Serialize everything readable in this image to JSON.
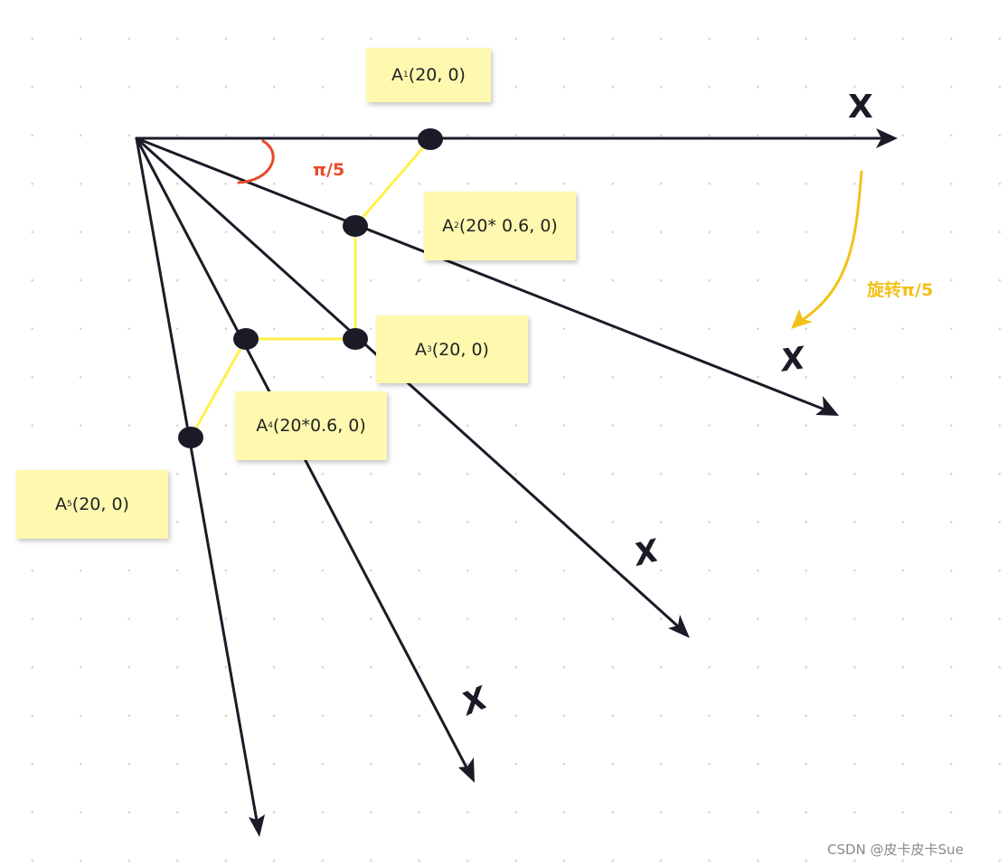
{
  "notes": {
    "a1": {
      "letter": "A",
      "sub": "1",
      "rest": "(20, 0)"
    },
    "a2": {
      "letter": "A",
      "sub": "2",
      "rest": "(20* 0.6, 0)"
    },
    "a3": {
      "letter": "A",
      "sub": "3",
      "rest": "(20, 0)"
    },
    "a4": {
      "letter": "A",
      "sub": "4",
      "rest": "(20*0.6, 0)"
    },
    "a5": {
      "letter": "A",
      "sub": "5",
      "rest": "(20, 0)"
    }
  },
  "axis_labels": {
    "x_main": "X",
    "x_rot1": "X",
    "x_rot2": "X",
    "x_rot3": "X"
  },
  "angle_label": "π/5",
  "rotate_label": "旋转π/5",
  "watermark": "CSDN @皮卡皮卡Sue",
  "colors": {
    "axis": "#1b1b28",
    "connector": "#fff14a",
    "angle_arc": "#e8492a",
    "rotate_arrow": "#f2c21b",
    "note_bg": "#fff9b0"
  }
}
